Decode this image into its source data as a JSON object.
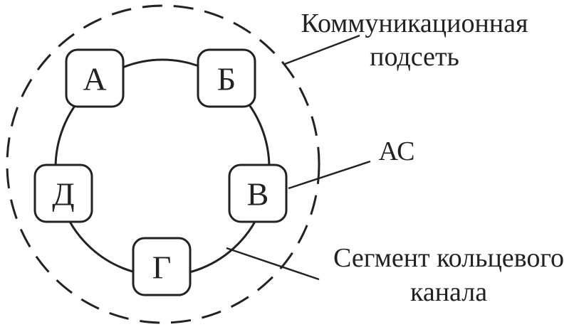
{
  "nodes": {
    "a": "А",
    "b": "Б",
    "v": "В",
    "g": "Г",
    "d": "Д"
  },
  "labels": {
    "subnet_line1": "Коммуникационная",
    "subnet_line2": "подсеть",
    "as": "АС",
    "segment_line1": "Сегмент кольцевого",
    "segment_line2": "канала"
  },
  "colors": {
    "stroke": "#222222",
    "background": "#ffffff"
  }
}
